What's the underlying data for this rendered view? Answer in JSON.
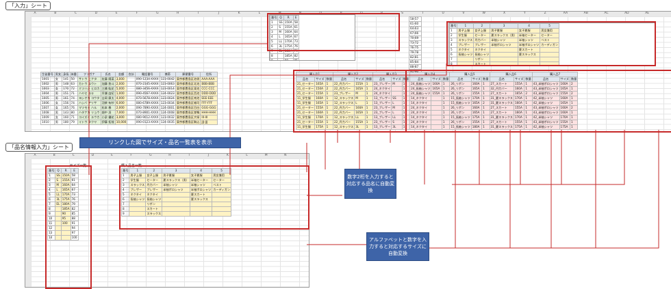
{
  "sheet_tabs": {
    "input_sheet": "「入力」シート",
    "product_sheet": "「品名情報入力」シート"
  },
  "callouts": {
    "linked_figure": "リンクした図でサイズ・品名一覧表を表示",
    "number_entry": "数字2桁を入力すると対応する品名に自動変換",
    "alpha_entry": "アルファベットと数字を入力すると対応するサイズに自動変換"
  },
  "size_table": {
    "title": "サイズ一覧",
    "headers": [
      "番号",
      "Q",
      "R",
      "E"
    ],
    "rows": [
      [
        "1",
        "SS",
        "150A",
        "58"
      ],
      [
        "2",
        "S",
        "155A",
        "61"
      ],
      [
        "3",
        "M",
        "160A",
        "64"
      ],
      [
        "4",
        "L",
        "165A",
        "67"
      ],
      [
        "5",
        "LL",
        "170A",
        "73"
      ],
      [
        "6",
        "3L",
        "175A",
        "76"
      ],
      [
        "7",
        "EL",
        "180A",
        "79"
      ],
      [
        "8",
        "",
        "185A",
        "82"
      ],
      [
        "9",
        "",
        "90",
        "85"
      ],
      [
        "10",
        "",
        "95",
        "88"
      ],
      [
        "11",
        "",
        "100",
        "91"
      ],
      [
        "12",
        "",
        "",
        "94"
      ],
      [
        "13",
        "",
        "",
        "97"
      ],
      [
        "14",
        "",
        "",
        "100"
      ]
    ],
    "e_col_ranges": [
      "58-57",
      "61-60",
      "64-63",
      "67-66",
      "70-69",
      "73-72",
      "76-75",
      "79-78",
      "82-81",
      "85-84",
      "88-87",
      "91-90",
      "94-93",
      "97-96",
      "100-99"
    ]
  },
  "product_table": {
    "title": "購入品名一覧",
    "headers": [
      "番号",
      "1",
      "2",
      "3",
      "4",
      "5"
    ],
    "rows": [
      [
        "1",
        "男子上服",
        "女子上服",
        "男子夏服",
        "女子夏服",
        "男女兼用"
      ],
      [
        "2",
        "学生服",
        "セーター",
        "夏スラックス（男）",
        "半袖セーター",
        "セーター"
      ],
      [
        "3",
        "スラックス",
        "丹力バー",
        "半袖シャツ",
        "半袖シャツ",
        "ベスト"
      ],
      [
        "4",
        "ブレザー",
        "ブレザー",
        "半袖ポロシャツ",
        "半袖ポロシャツ",
        "カーディガン"
      ],
      [
        "5",
        "ネクタイ",
        "ネクタイ",
        "",
        "夏スカート",
        ""
      ],
      [
        "6",
        "長袖シャツ",
        "長袖シャツ",
        "",
        "夏スラックス",
        ""
      ],
      [
        "7",
        "",
        "リボン",
        "",
        "",
        ""
      ],
      [
        "8",
        "",
        "スカート",
        "",
        "",
        ""
      ],
      [
        "9",
        "",
        "スラックス",
        "",
        "",
        ""
      ]
    ]
  },
  "input_sheet": {
    "headers": [
      "生徒番号",
      "男女",
      "身長",
      "体重",
      "フリガナ",
      "氏名",
      "金額",
      "合計",
      "電話番号",
      "携帯",
      "郵便番号",
      "住所",
      "住所2"
    ],
    "rows": [
      [
        "1001",
        "女",
        "141",
        "50",
        "サトウ ヒナタ",
        "佐藤 陽菜",
        "3,000",
        "",
        "090-1234-XXXX",
        "123-0042",
        "東京都豊島区池袋",
        "AAA-AAA"
      ],
      [
        "1002",
        "男",
        "148",
        "63",
        "カトウ ユウト",
        "加藤 悠斗",
        "2,000",
        "",
        "070-2345-XXXX",
        "123-0063",
        "東京都豊島区北池",
        "BBB-BBB"
      ],
      [
        "1003",
        "女",
        "170",
        "72",
        "ミツハシ ヒロカ",
        "三橋 紘花",
        "5,000",
        "",
        "080-3456-XXXX",
        "123-0014",
        "東京都豊島区東池",
        "CCC-CCC"
      ],
      [
        "1004",
        "男",
        "151",
        "71",
        "ハヤセ ユキ",
        "早瀬 由紀",
        "1,000",
        "",
        "090-4567-XXXX",
        "124-0023",
        "東京都豊島区西池",
        "DDD-DDD"
      ],
      [
        "1005",
        "男",
        "161",
        "74",
        "ヨシオカ コウタ",
        "吉岡 康太",
        "4,000",
        "",
        "070-5678-XXXX",
        "123-0024",
        "東京都豊島区南池",
        "EEE-EEE"
      ],
      [
        "1006",
        "女",
        "156",
        "74",
        "ハシバ アリサ",
        "羽柴 有紗",
        "6,000",
        "",
        "080-6789-XXXX",
        "123-0034",
        "東京都豊島区雑司",
        "FFF-FFF"
      ],
      [
        "1007",
        "女",
        "165",
        "76",
        "マツモト ハル",
        "松本 春",
        "2,000",
        "",
        "090-7890-XXXX",
        "124-0001",
        "東京都豊島区目白",
        "GGG-GGG"
      ],
      [
        "1008",
        "男",
        "143",
        "80",
        "ハタナカ リョウ",
        "畑中 凌",
        "7,000",
        "",
        "070-8901-XXXX",
        "124-0008",
        "東京都豊島区巣鴨",
        "HHH-HHH"
      ],
      [
        "1009",
        "女",
        "160",
        "71",
        "コイズミ ユウカ",
        "小泉 優花",
        "3,000",
        "",
        "080-9012-XXXX",
        "123-0032",
        "東京都豊島区大塚",
        "III-III"
      ],
      [
        "1010",
        "男",
        "180",
        "79",
        "イトウ タクヤ",
        "伊藤 拓哉",
        "10,000",
        "",
        "090-0123-XXXX",
        "124-0035",
        "東京都豊島区駒込",
        "JJJ-JJJ"
      ]
    ],
    "purchase_headers": [
      "品名",
      "サイズ",
      "数量"
    ],
    "purchase_groups": [
      "購入品1",
      "購入品2",
      "購入品3",
      "購入品4",
      "購入品5",
      "購入品6",
      "購入品7"
    ],
    "purchase_rows": [
      [
        "21_セーター",
        "165A",
        "1",
        "22_丹力バー",
        "155A",
        "1",
        "23_ブレザー",
        "M",
        "1",
        "24_長袖シャツ",
        "160A",
        "1",
        "26_リボン",
        "160A",
        "1",
        "27_スカート",
        "155A",
        "1",
        "43_半袖ポロシャツ",
        "160A",
        "2"
      ],
      [
        "21_セーター",
        "150A",
        "2",
        "22_丹力バー",
        "165A",
        "1",
        "24_ネクタイ",
        "",
        "1",
        "24_長袖シャツ",
        "165A",
        "1",
        "26_リボン",
        "165A",
        "1",
        "32_丹力バー",
        "160A",
        "1",
        "43_半袖ポロシャツ",
        "165A",
        "1"
      ],
      [
        "21_セーター",
        "155A",
        "1",
        "23_ブレザー",
        "M",
        "1",
        "24_ネクタイ",
        "",
        "1",
        "24_長袖シャツ",
        "155A",
        "1",
        "26_リボン",
        "155A",
        "1",
        "27_スカート",
        "165A",
        "2",
        "43_半袖ポロシャツ",
        "155A",
        "2"
      ],
      [
        "11_学生服",
        "160A",
        "1",
        "12_スラックス",
        "M",
        "1",
        "13_ブレザー",
        "SS",
        "1",
        "14_ネクタイ",
        "",
        "1",
        "15_長袖シャツ",
        "170A",
        "1",
        "31_夏スラックス",
        "170A",
        "1",
        "42_半袖シャツ",
        "160A",
        "1"
      ],
      [
        "11_学生服",
        "165A",
        "1",
        "12_スラックス",
        "L",
        "1",
        "13_ブレザー",
        "L",
        "1",
        "14_ネクタイ",
        "",
        "1",
        "15_長袖シャツ",
        "165A",
        "2",
        "31_夏スラックス",
        "160A",
        "1",
        "42_半袖シャツ",
        "165A",
        "1"
      ],
      [
        "21_セーター",
        "155A",
        "1",
        "22_丹力バー",
        "160A",
        "1",
        "23_ブレザー",
        "M",
        "1",
        "24_ネクタイ",
        "",
        "1",
        "26_リボン",
        "160A",
        "1",
        "27_スカート",
        "155A",
        "1",
        "43_半袖ポロシャツ",
        "160A",
        "2"
      ],
      [
        "21_セーター",
        "160A",
        "1",
        "22_丹力バー",
        "165A",
        "1",
        "23_ブレザー",
        "L",
        "1",
        "24_ネクタイ",
        "",
        "1",
        "26_リボン",
        "165A",
        "1",
        "27_スカート",
        "160A",
        "1",
        "43_半袖ポロシャツ",
        "160A",
        "1"
      ],
      [
        "11_学生服",
        "170A",
        "1",
        "12_スラックス",
        "LL",
        "1",
        "13_ブレザー",
        "LL",
        "1",
        "14_ネクタイ",
        "",
        "1",
        "15_長袖シャツ",
        "175A",
        "1",
        "31_夏スラックス",
        "170A",
        "1",
        "42_半袖シャツ",
        "170A",
        "1"
      ],
      [
        "21_セーター",
        "155A",
        "1",
        "22_丹力バー",
        "155A",
        "1",
        "23_ブレザー",
        "S",
        "1",
        "24_ネクタイ",
        "",
        "1",
        "26_リボン",
        "155A",
        "1",
        "27_スカート",
        "155A",
        "1",
        "43_半袖ポロシャツ",
        "155A",
        "1"
      ],
      [
        "11_学生服",
        "175A",
        "1",
        "12_スラックス",
        "3L",
        "1",
        "13_ブレザー",
        "3L",
        "1",
        "14_ネクタイ",
        "",
        "1",
        "15_長袖シャツ",
        "180A",
        "1",
        "31_夏スラックス",
        "175A",
        "1",
        "42_半袖シャツ",
        "175A",
        "1"
      ]
    ]
  },
  "colors": {
    "accent_red": "#c62828",
    "callout_blue": "#3e64a8",
    "cell_yellow": "#fff3c4",
    "cell_pink": "#fde2e2",
    "cell_green": "#e3f1d6"
  }
}
